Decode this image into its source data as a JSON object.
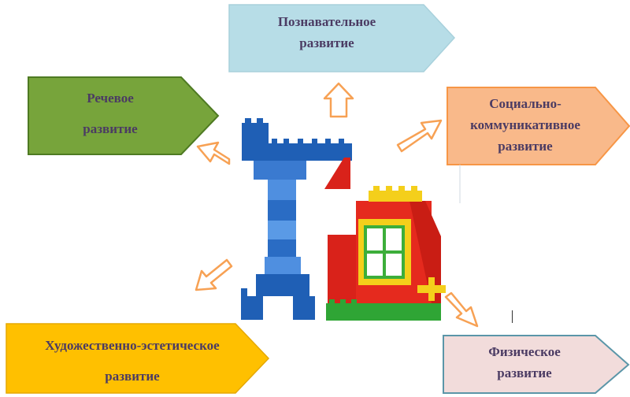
{
  "blocks": {
    "cognitive": {
      "line1": "Познавательное",
      "line2": "развитие",
      "fill": "#b7dde7",
      "stroke": "#a8d1dc"
    },
    "speech": {
      "line1": "Речевое",
      "line2": "развитие",
      "fill": "#77a43b",
      "stroke": "#4e7a22"
    },
    "social": {
      "line1": "Социально-",
      "line2": "коммуникативное",
      "line3": "развитие",
      "fill": "#f9b98a",
      "stroke": "#f79646"
    },
    "artistic": {
      "line1": "Художественно-эстетическое",
      "line2": "развитие",
      "fill": "#ffc000",
      "stroke": "#e5a800"
    },
    "physical": {
      "line1": "Физическое",
      "line2": "развитие",
      "fill": "#f2dcdb",
      "stroke": "#5b96a8"
    }
  },
  "arrows": {
    "fill": "#ffffff",
    "stroke": "#f7a154"
  },
  "center_image": {
    "icon": "lego-construction-icon"
  }
}
